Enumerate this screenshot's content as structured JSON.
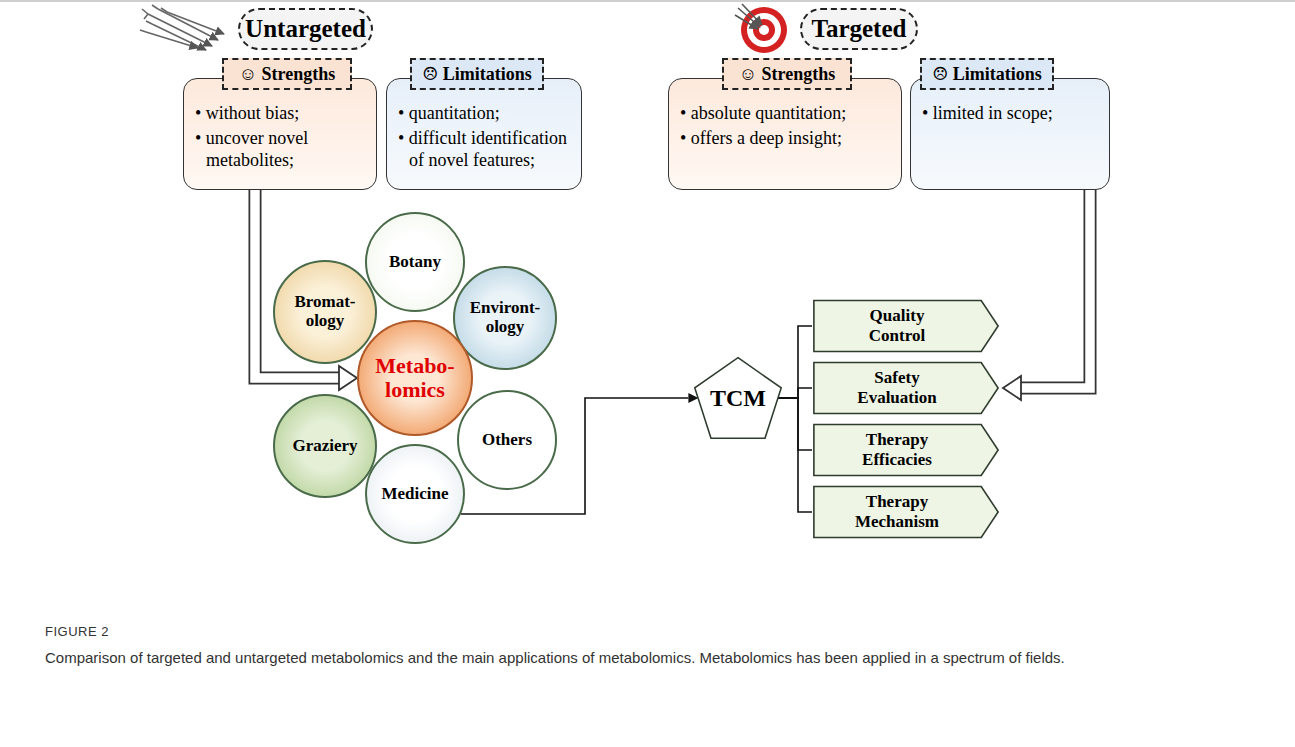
{
  "diagram": {
    "caption": "Comparison of targeted and untargeted metabolomics and the main applications of metabolomics. Metabolomics has been applied in a spectrum of fields.",
    "nodes": [
      {
        "text": [
          "Untargeted"
        ]
      },
      {
        "text": [
          "☺ Strengths"
        ]
      },
      {
        "text": [
          "• without bias;",
          "• uncover novel metabolites;"
        ]
      },
      {
        "text": [
          "☹ Limitations"
        ]
      },
      {
        "text": [
          "• quantitation;",
          "• difficult identification of novel features;"
        ]
      },
      {
        "text": [
          "Targeted"
        ]
      },
      {
        "text": [
          "☺ Strengths"
        ]
      },
      {
        "text": [
          "• absolute quantitation;",
          "• offers a deep insight;"
        ]
      },
      {
        "text": [
          "☹ Limitations"
        ]
      },
      {
        "text": [
          "• limited in scope;"
        ]
      },
      {
        "text": [
          "Botany"
        ]
      },
      {
        "text": [
          "Bromat- ology"
        ]
      },
      {
        "text": [
          "Environt- ology"
        ]
      },
      {
        "text": [
          "Metabo- lomics"
        ]
      },
      {
        "text": [
          "Graziery"
        ]
      },
      {
        "text": [
          "Others"
        ]
      },
      {
        "text": [
          "Medicine"
        ]
      },
      {
        "text": [
          "TCM"
        ]
      },
      {
        "text": [
          "Quality Control"
        ]
      },
      {
        "text": [
          "Safety Evaluation"
        ]
      },
      {
        "text": [
          "Therapy Efficacies"
        ]
      },
      {
        "text": [
          "Therapy Mechanism"
        ]
      }
    ],
    "edges": [
      {
        "from": 2,
        "to": 13,
        "arrow": "to"
      },
      {
        "from": 16,
        "to": 17,
        "arrow": "to"
      },
      {
        "from": 17,
        "to": 18,
        "arrow": "none"
      },
      {
        "from": 17,
        "to": 19,
        "arrow": "none"
      },
      {
        "from": 17,
        "to": 20,
        "arrow": "none"
      },
      {
        "from": 17,
        "to": 21,
        "arrow": "none"
      },
      {
        "from": 9,
        "to": 19,
        "arrow": "to"
      }
    ],
    "labels": [
      "FIGURE 2"
    ]
  }
}
